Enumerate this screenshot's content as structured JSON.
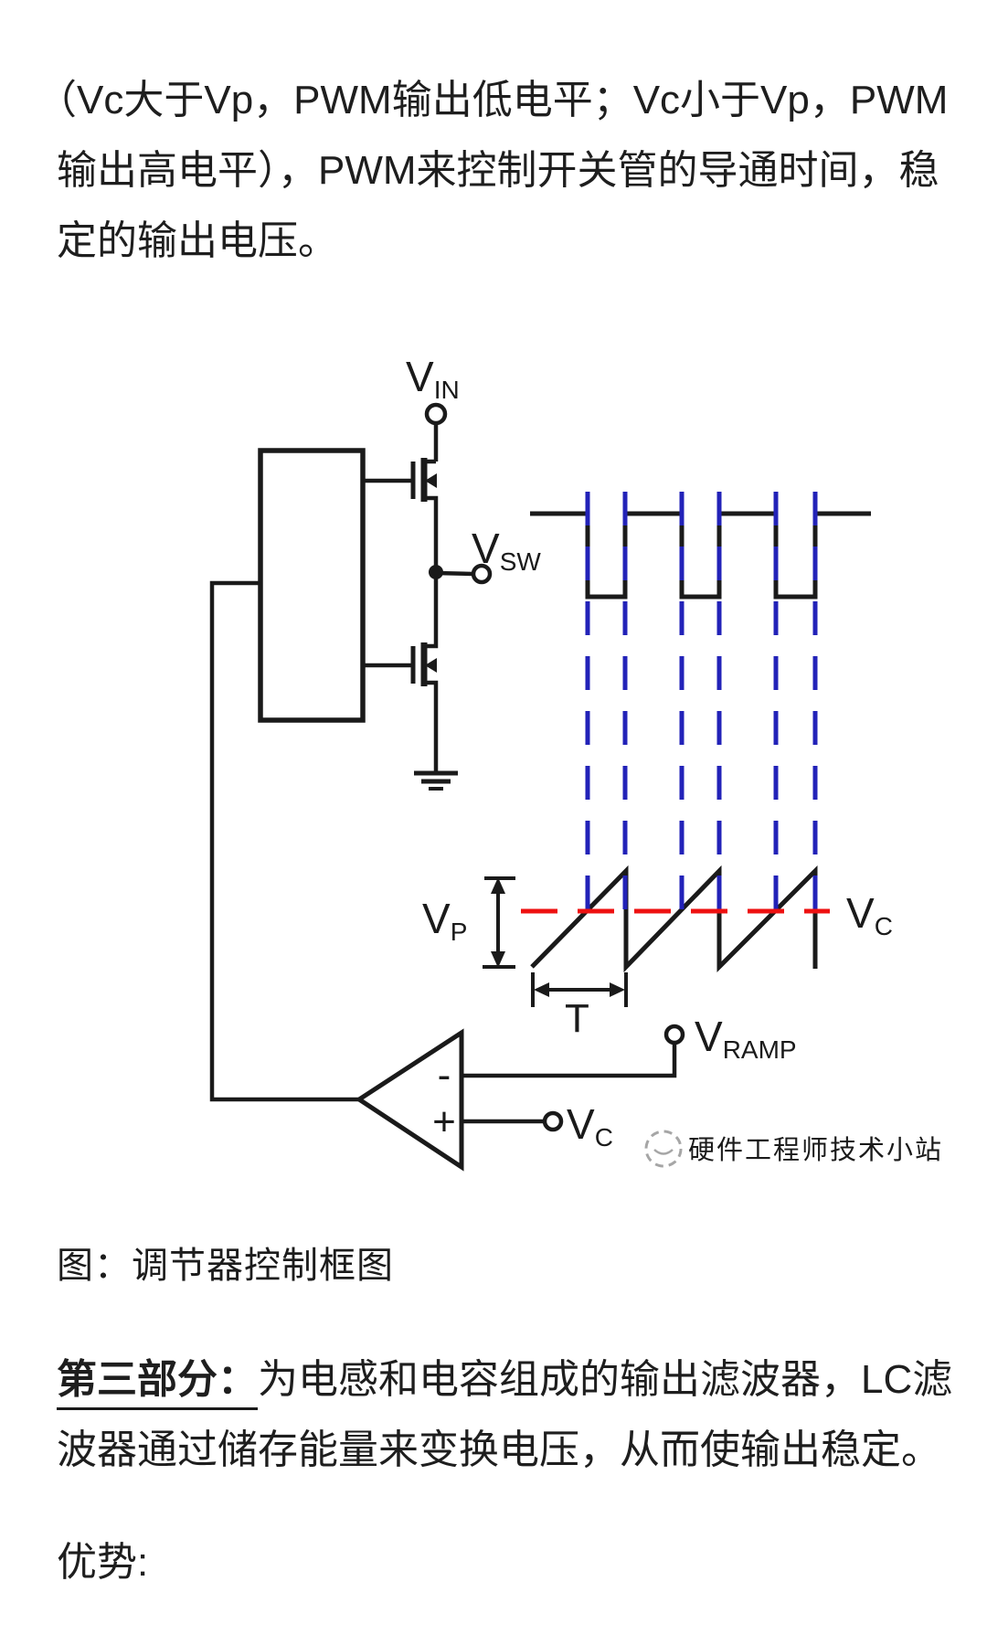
{
  "intro": {
    "lines": [
      "（Vc大于Vp，PWM输出低电平；Vc小于Vp，PWM",
      "输出高电平），PWM来控制开关管的导通时间，稳",
      "定的输出电压。"
    ]
  },
  "figure": {
    "labels": {
      "vin": {
        "main": "V",
        "sub": "IN"
      },
      "vsw": {
        "main": "V",
        "sub": "SW"
      },
      "vp": {
        "main": "V",
        "sub": "P"
      },
      "t": "T",
      "vramp": {
        "main": "V",
        "sub": "RAMP"
      },
      "vc_input": {
        "main": "V",
        "sub": "C"
      },
      "vc_level": {
        "main": "V",
        "sub": "C"
      },
      "comparator_minus": "-",
      "comparator_plus": "+"
    },
    "watermark_text": "硬件工程师技术小站",
    "colors": {
      "line_black": "#1a1a1a",
      "sync_dash_blue": "#2222b8",
      "vc_level_red": "#ee1111",
      "watermark_gray": "#a6a6a6"
    }
  },
  "caption": "图：调节器控制框图",
  "part3": {
    "lead": "第三部分：",
    "line1_rest": "为电感和电容组成的输出滤波器，LC滤",
    "line2": "波器通过储存能量来变换电压，从而使输出稳定。"
  },
  "advantages_heading": "优势:"
}
